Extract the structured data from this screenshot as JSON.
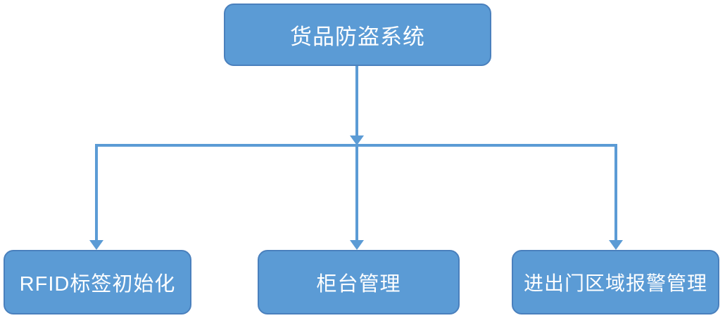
{
  "diagram": {
    "root": {
      "label": "货品防盗系统"
    },
    "children": [
      {
        "label": "RFID标签初始化"
      },
      {
        "label": "柜台管理"
      },
      {
        "label": "进出门区域报警管理"
      }
    ],
    "colors": {
      "node_fill": "#5b9bd5",
      "node_border": "#4a80bd",
      "connector": "#5b9bd5",
      "text": "#ffffff",
      "background": "#ffffff"
    }
  }
}
